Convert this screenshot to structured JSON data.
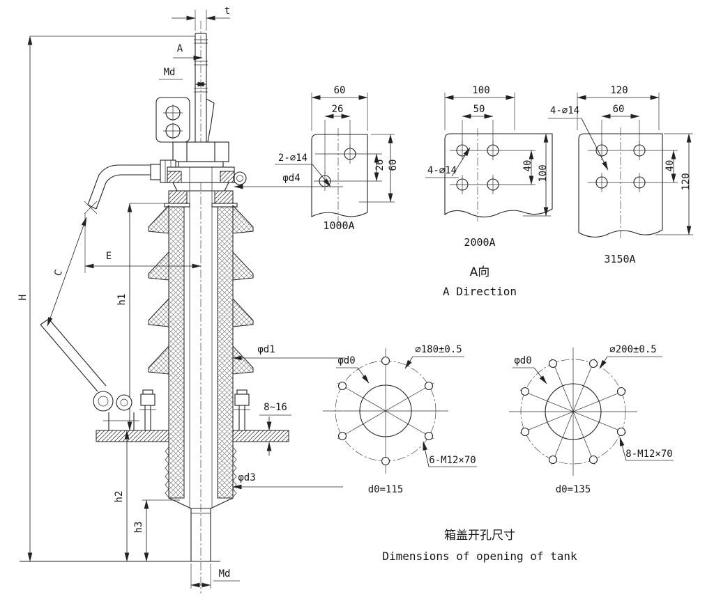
{
  "drawing": {
    "main": {
      "dim_t": "t",
      "dim_A": "A",
      "dim_Md_top": "Md",
      "dim_phi_d4": "φd4",
      "dim_E": "E",
      "dim_C": "C",
      "dim_H": "H",
      "dim_h1": "h1",
      "dim_phi_d1": "φd1",
      "dim_gap": "8~16",
      "dim_phi_d3": "φd3",
      "dim_h2": "h2",
      "dim_h3": "h3",
      "dim_Md_bottom": "Md"
    },
    "plates": [
      {
        "name": "1000A",
        "dim_width": "60",
        "dim_spacing": "26",
        "holes": "2-∅14",
        "dim_v_spacing": "26",
        "dim_v_height": "60"
      },
      {
        "name": "2000A",
        "dim_width": "100",
        "dim_spacing": "50",
        "holes": "4-∅14",
        "dim_v_spacing": "40",
        "dim_v_height": "100"
      },
      {
        "name": "3150A",
        "dim_width": "120",
        "dim_spacing": "60",
        "holes": "4-∅14",
        "dim_v_spacing": "40",
        "dim_v_height": "120"
      }
    ],
    "direction_view": {
      "title_cn": "A向",
      "title_en": "A Direction"
    },
    "bolt_circles": [
      {
        "hole_label": "φd0",
        "circle_dia": "∅180±0.5",
        "bolt_spec": "6-M12×70",
        "d0_value": "d0=115"
      },
      {
        "hole_label": "φd0",
        "circle_dia": "∅200±0.5",
        "bolt_spec": "8-M12×70",
        "d0_value": "d0=135"
      }
    ],
    "tank_opening": {
      "title_cn": "箱盖开孔尺寸",
      "title_en": "Dimensions of opening of tank"
    }
  },
  "colors": {
    "line": "#1f1f1f",
    "background": "#ffffff"
  }
}
